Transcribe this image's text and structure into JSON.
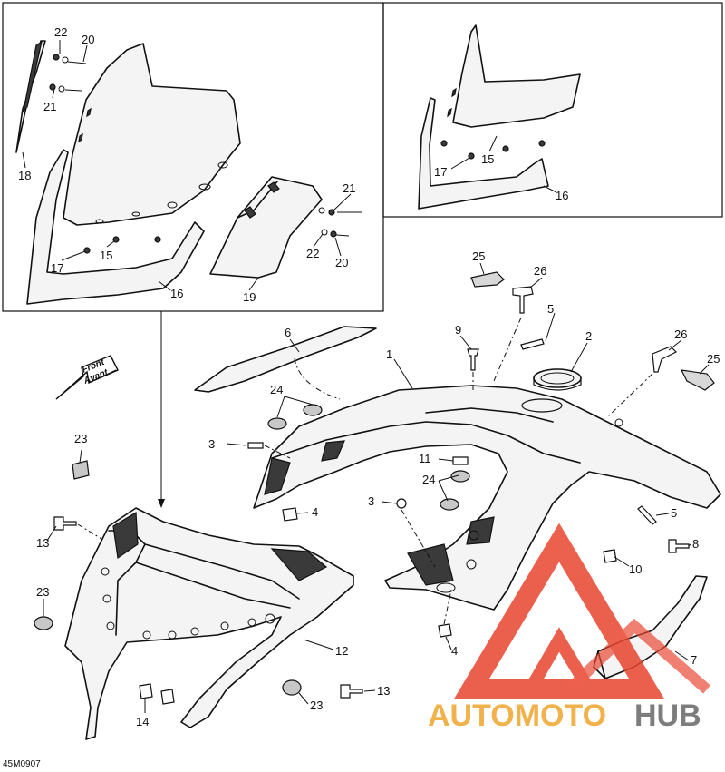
{
  "diagram_code": "45M0907",
  "direction_arrow": {
    "line1": "Front",
    "line2": "Avant"
  },
  "watermark": {
    "brand_left": "AUTOMOTO",
    "brand_right": "HUB",
    "accent_color": "#e8452e",
    "orange_color": "#f2b24b",
    "gray_color": "#7d7d7d"
  },
  "callouts": {
    "c22a": "22",
    "c20a": "20",
    "c21a": "21",
    "c18": "18",
    "c17a": "17",
    "c15a": "15",
    "c16a": "16",
    "c21b": "21",
    "c22b": "22",
    "c20b": "20",
    "c19": "19",
    "c17b": "17",
    "c15b": "15",
    "c16b": "16",
    "c25a": "25",
    "c26a": "26",
    "c5a": "5",
    "c9": "9",
    "c6": "6",
    "c1": "1",
    "c2": "2",
    "c26b": "26",
    "c25b": "25",
    "c24a": "24",
    "c3a": "3",
    "c11": "11",
    "c24b": "24",
    "c3b": "3",
    "c4a": "4",
    "c5b": "5",
    "c8": "8",
    "c10": "10",
    "c7": "7",
    "c4b": "4",
    "c23a": "23",
    "c13a": "13",
    "c23b": "23",
    "c12": "12",
    "c14": "14",
    "c23c": "23",
    "c13b": "13"
  }
}
